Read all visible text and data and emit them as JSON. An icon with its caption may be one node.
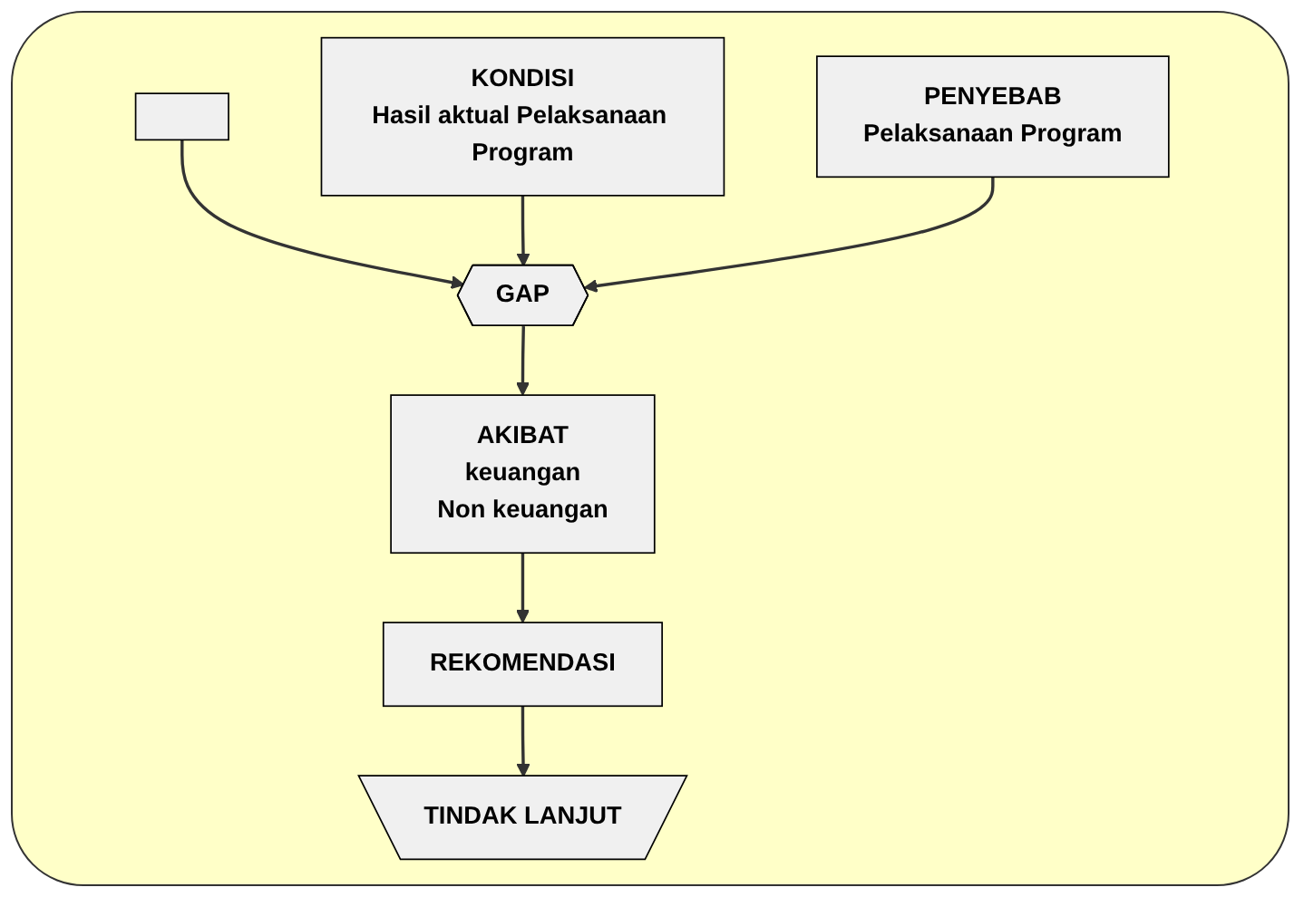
{
  "diagram": {
    "nodes": [
      {
        "text": [],
        "shape": "box"
      },
      {
        "text": [
          "KONDISI",
          "Hasil aktual Pelaksanaan Program"
        ]
      },
      {
        "text": [
          "GAP"
        ]
      },
      {
        "text": [
          "PENYEBAB",
          "Pelaksanaan Program"
        ]
      },
      {
        "text": [
          "AKIBAT",
          "keuangan",
          "Non keuangan"
        ]
      },
      {
        "text": [
          "REKOMENDASI"
        ]
      },
      {
        "text": [
          "TINDAK LANJUT"
        ]
      }
    ],
    "edges": [
      {
        "from": 0,
        "to": 2,
        "arrow": "to"
      },
      {
        "from": 1,
        "to": 2,
        "arrow": "to"
      },
      {
        "from": 3,
        "to": 2,
        "arrow": "to"
      },
      {
        "from": 2,
        "to": 4,
        "arrow": "to"
      },
      {
        "from": 4,
        "to": 5,
        "arrow": "to"
      },
      {
        "from": 5,
        "to": 6,
        "arrow": "to"
      }
    ]
  }
}
